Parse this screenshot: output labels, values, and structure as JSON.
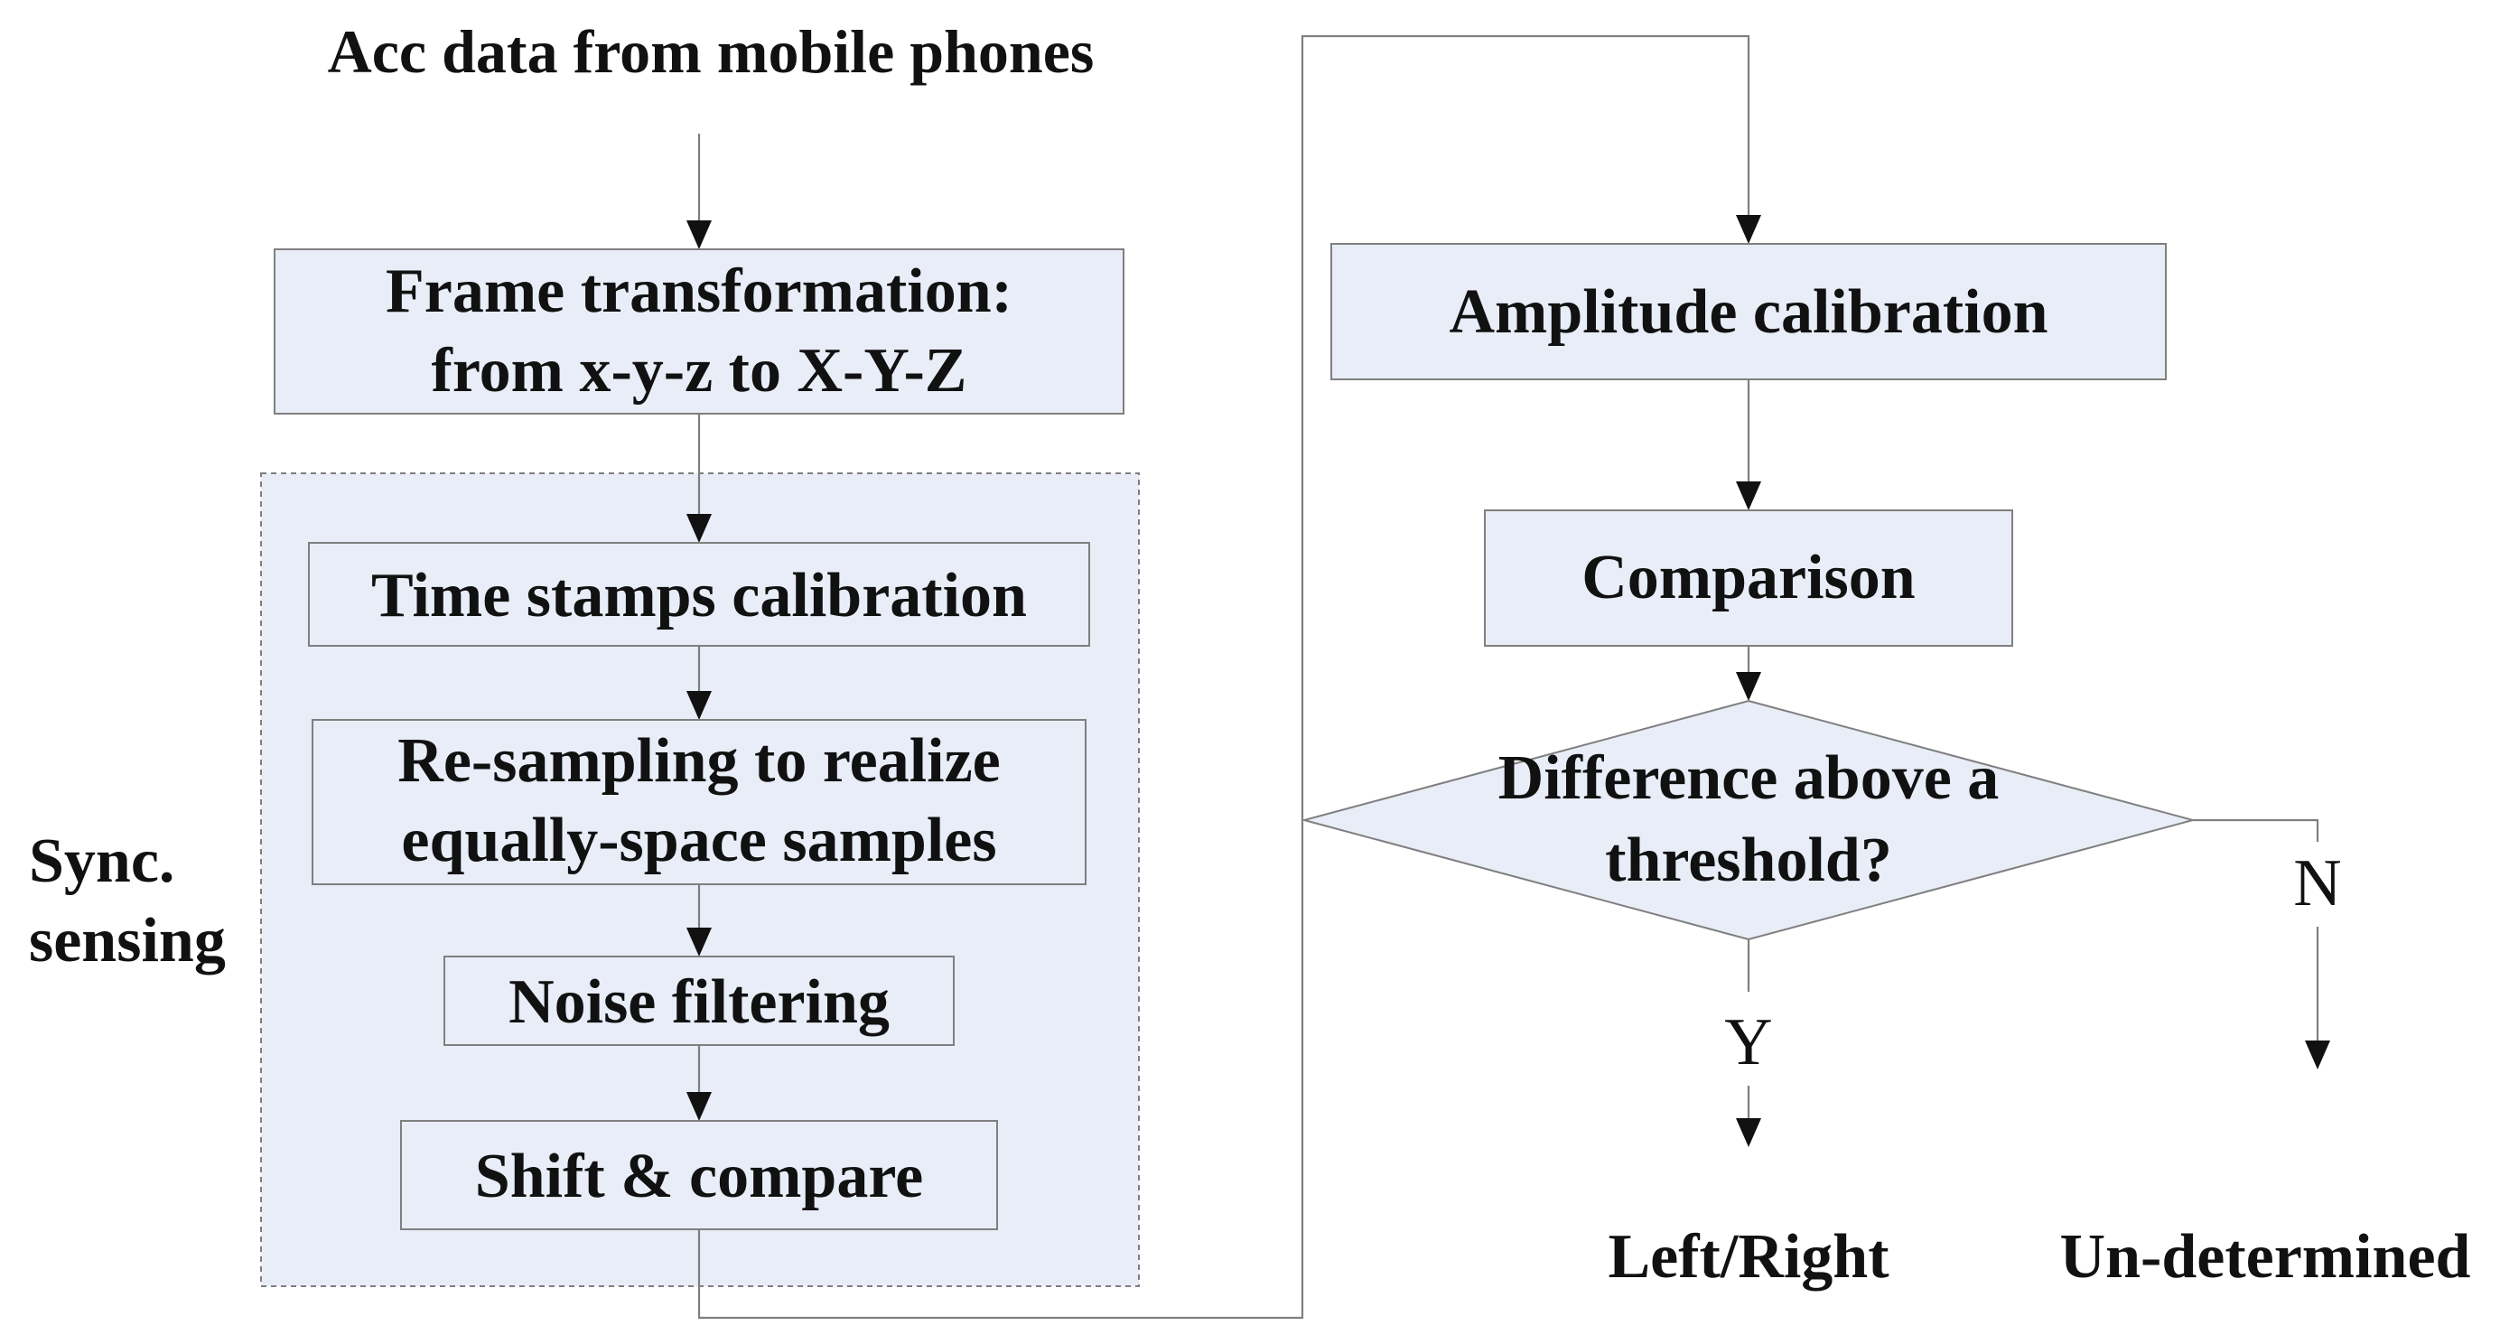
{
  "source_label": "Acc data from mobile phones",
  "frame_box": {
    "line1": "Frame transformation:",
    "line2": "from x-y-z to X-Y-Z"
  },
  "sync_group": {
    "line1": "Sync.",
    "line2": "sensing"
  },
  "time_stamps_box": "Time stamps calibration",
  "resampling_box": {
    "line1": "Re-sampling to realize",
    "line2": "equally-space samples"
  },
  "noise_box": "Noise filtering",
  "shift_box": "Shift & compare",
  "amplitude_box": "Amplitude calibration",
  "comparison_box": "Comparison",
  "decision": {
    "line1": "Difference above a",
    "line2": "threshold?"
  },
  "branch_yes": "Y",
  "branch_no": "N",
  "result_yes": "Left/Right",
  "result_no": "Un-determined",
  "colors": {
    "box_fill": "#e8edf7",
    "box_stroke": "#7f7f7f",
    "text": "#111111"
  }
}
